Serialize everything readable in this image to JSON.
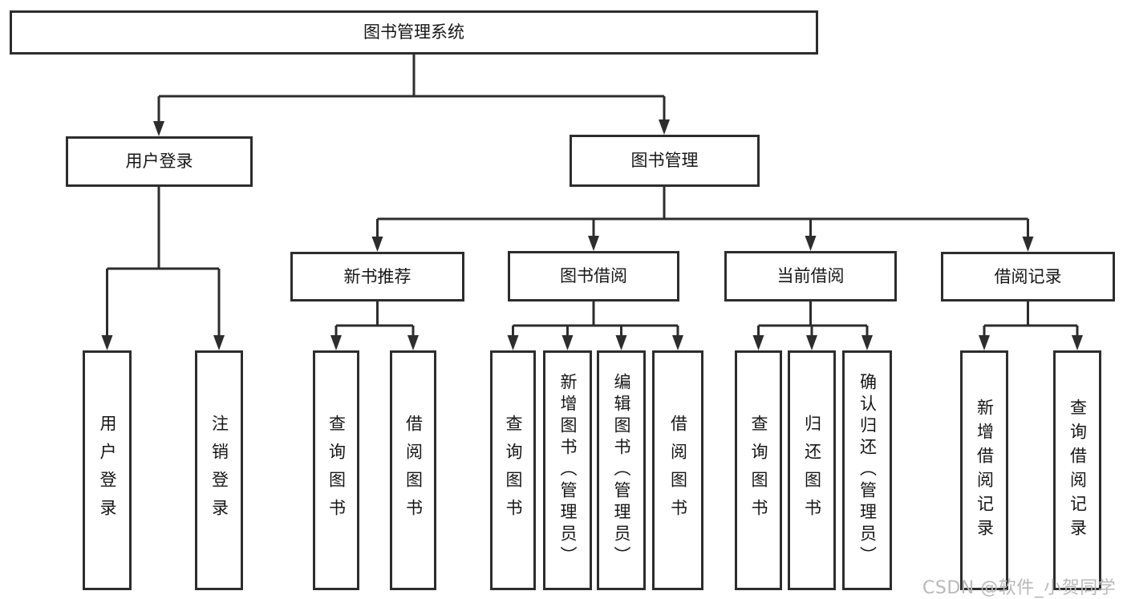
{
  "root": {
    "label": "图书管理系统"
  },
  "login": {
    "label": "用户登录",
    "children": [
      "用户登录",
      "注销登录"
    ]
  },
  "management": {
    "label": "图书管理",
    "sections": [
      {
        "label": "新书推荐",
        "children": [
          "查询图书",
          "借阅图书"
        ]
      },
      {
        "label": "图书借阅",
        "children": [
          "查询图书",
          "新增图书（管理员）",
          "编辑图书（管理员）",
          "借阅图书"
        ]
      },
      {
        "label": "当前借阅",
        "children": [
          "查询图书",
          "归还图书",
          "确认归还（管理员）"
        ]
      },
      {
        "label": "借阅记录",
        "children": [
          "新增借阅记录",
          "查询借阅记录"
        ]
      }
    ]
  },
  "watermark": "CSDN @软件_小贺同学",
  "colors": {
    "line": "#2d2d2d",
    "box_border": "#2d2d2d",
    "text": "#161616",
    "background": "#ffffff",
    "watermark": "#b9b9b9"
  }
}
